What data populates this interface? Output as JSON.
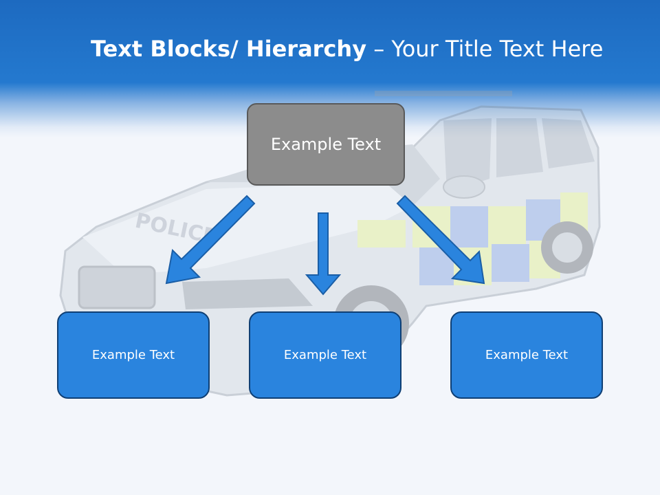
{
  "slide": {
    "title_bold": "Text Blocks/ Hierarchy",
    "title_dash": " – ",
    "title_rest": "Your Title Text Here",
    "background_image": "police-car",
    "colors": {
      "header": "#2479cf",
      "child_box": "#2a84de",
      "top_box": "#8c8c8c",
      "arrow": "#2a84de"
    }
  },
  "hierarchy": {
    "top": {
      "label": "Example Text"
    },
    "children": [
      {
        "label": "Example Text"
      },
      {
        "label": "Example Text"
      },
      {
        "label": "Example Text"
      }
    ]
  }
}
